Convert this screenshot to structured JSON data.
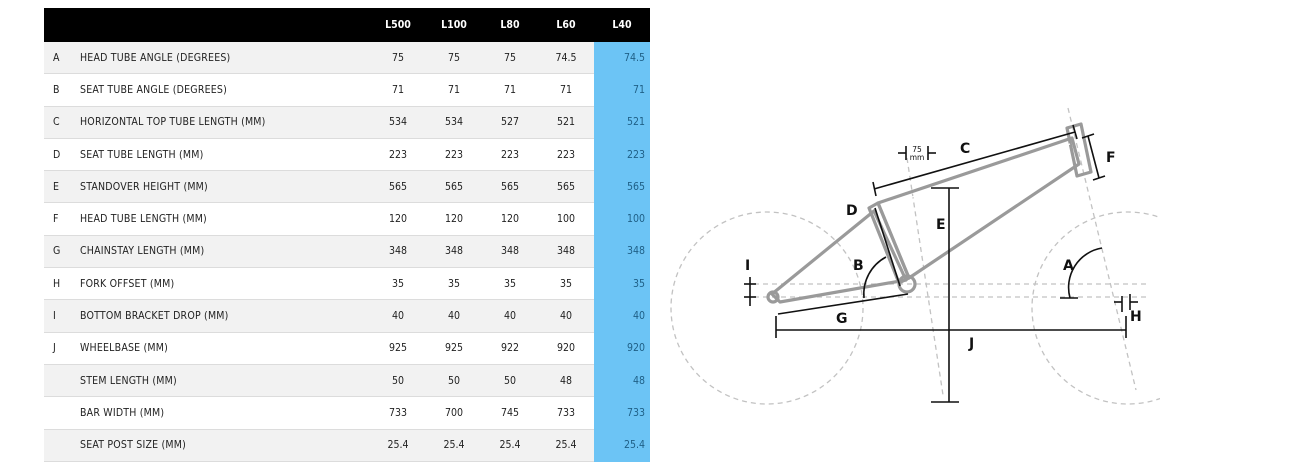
{
  "table": {
    "models": [
      "L500",
      "L100",
      "L80",
      "L60",
      "L40"
    ],
    "rows": [
      {
        "letter": "A",
        "label": "HEAD TUBE ANGLE (DEGREES)",
        "values": [
          "75",
          "75",
          "75",
          "74.5",
          "74.5"
        ]
      },
      {
        "letter": "B",
        "label": "SEAT TUBE ANGLE (DEGREES)",
        "values": [
          "71",
          "71",
          "71",
          "71",
          "71"
        ]
      },
      {
        "letter": "C",
        "label": "HORIZONTAL TOP TUBE LENGTH (MM)",
        "values": [
          "534",
          "534",
          "527",
          "521",
          "521"
        ]
      },
      {
        "letter": "D",
        "label": "SEAT TUBE LENGTH (MM)",
        "values": [
          "223",
          "223",
          "223",
          "223",
          "223"
        ]
      },
      {
        "letter": "E",
        "label": "STANDOVER HEIGHT (MM)",
        "values": [
          "565",
          "565",
          "565",
          "565",
          "565"
        ]
      },
      {
        "letter": "F",
        "label": "HEAD TUBE LENGTH (MM)",
        "values": [
          "120",
          "120",
          "120",
          "100",
          "100"
        ]
      },
      {
        "letter": "G",
        "label": "CHAINSTAY LENGTH (MM)",
        "values": [
          "348",
          "348",
          "348",
          "348",
          "348"
        ]
      },
      {
        "letter": "H",
        "label": "FORK OFFSET (MM)",
        "values": [
          "35",
          "35",
          "35",
          "35",
          "35"
        ]
      },
      {
        "letter": "I",
        "label": "BOTTOM BRACKET DROP (MM)",
        "values": [
          "40",
          "40",
          "40",
          "40",
          "40"
        ]
      },
      {
        "letter": "J",
        "label": "WHEELBASE (MM)",
        "values": [
          "925",
          "925",
          "922",
          "920",
          "920"
        ]
      },
      {
        "letter": "",
        "label": "STEM LENGTH (MM)",
        "values": [
          "50",
          "50",
          "50",
          "48",
          "48"
        ]
      },
      {
        "letter": "",
        "label": "BAR WIDTH (MM)",
        "values": [
          "733",
          "700",
          "745",
          "733",
          "733"
        ]
      },
      {
        "letter": "",
        "label": "SEAT POST SIZE (MM)",
        "values": [
          "25.4",
          "25.4",
          "25.4",
          "25.4",
          "25.4"
        ]
      }
    ]
  },
  "diagram": {
    "labels": {
      "A": "A",
      "B": "B",
      "C": "C",
      "D": "D",
      "E": "E",
      "F": "F",
      "G": "G",
      "H": "H",
      "I": "I",
      "J": "J"
    },
    "offset_value": "75",
    "offset_unit": "mm"
  },
  "colors": {
    "highlight": "#6cc4f5",
    "header_bg": "#000000"
  }
}
